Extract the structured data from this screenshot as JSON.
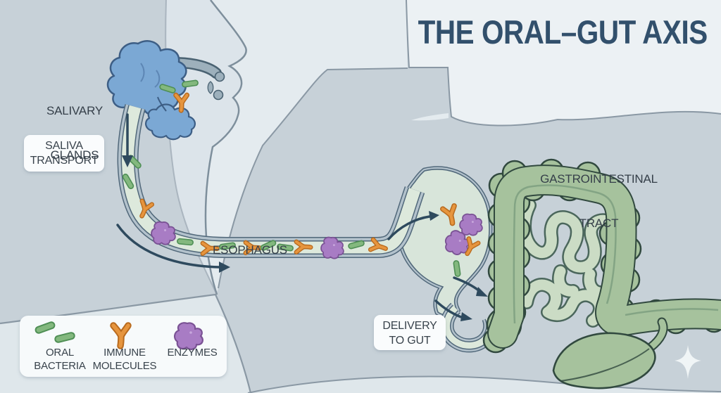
{
  "title": "THE ORAL–GUT AXIS",
  "labels": {
    "salivary_glands": {
      "line1": "SALIVARY",
      "line2": "GLANDS"
    },
    "saliva_transport": {
      "line1": "SALIVA",
      "line2": "TRANSPORT"
    },
    "esophagus": "ESOPHAGUS",
    "gastrointestinal_tract": {
      "line1": "GASTROINTESTINAL",
      "line2": "TRACT"
    },
    "delivery_to_gut": {
      "line1": "DELIVERY",
      "line2": "TO GUT"
    }
  },
  "legend": {
    "items": [
      {
        "id": "oral-bacteria",
        "icon": "bacteria-rod-icon",
        "line1": "ORAL",
        "line2": "BACTERIA",
        "color": "#83b87e"
      },
      {
        "id": "immune-molecules",
        "icon": "antibody-y-icon",
        "line1": "IMMUNE",
        "line2": "MOLECULES",
        "color": "#e6953e"
      },
      {
        "id": "enzymes",
        "icon": "enzyme-blob-icon",
        "line1": "ENZYMES",
        "line2": "",
        "color": "#a87cc4"
      }
    ]
  },
  "colors": {
    "background_mid": "#c7d1d8",
    "background_light": "#ecf1f4",
    "face_fill": "#dce4ea",
    "title_text": "#32506c",
    "label_text": "#39434c",
    "salivary_gland_blue": "#7ba8d4",
    "tube_wall_gray": "#b3c2cc",
    "saliva_lumen_green": "#dde9dc",
    "colon_green": "#a6c29d",
    "small_intestine_green": "#cbdcc5",
    "oral_bacteria_green": "#83b87e",
    "immune_molecule_orange": "#e6953e",
    "enzyme_purple": "#a87cc4",
    "arrow_slate": "#2e4a5e"
  }
}
